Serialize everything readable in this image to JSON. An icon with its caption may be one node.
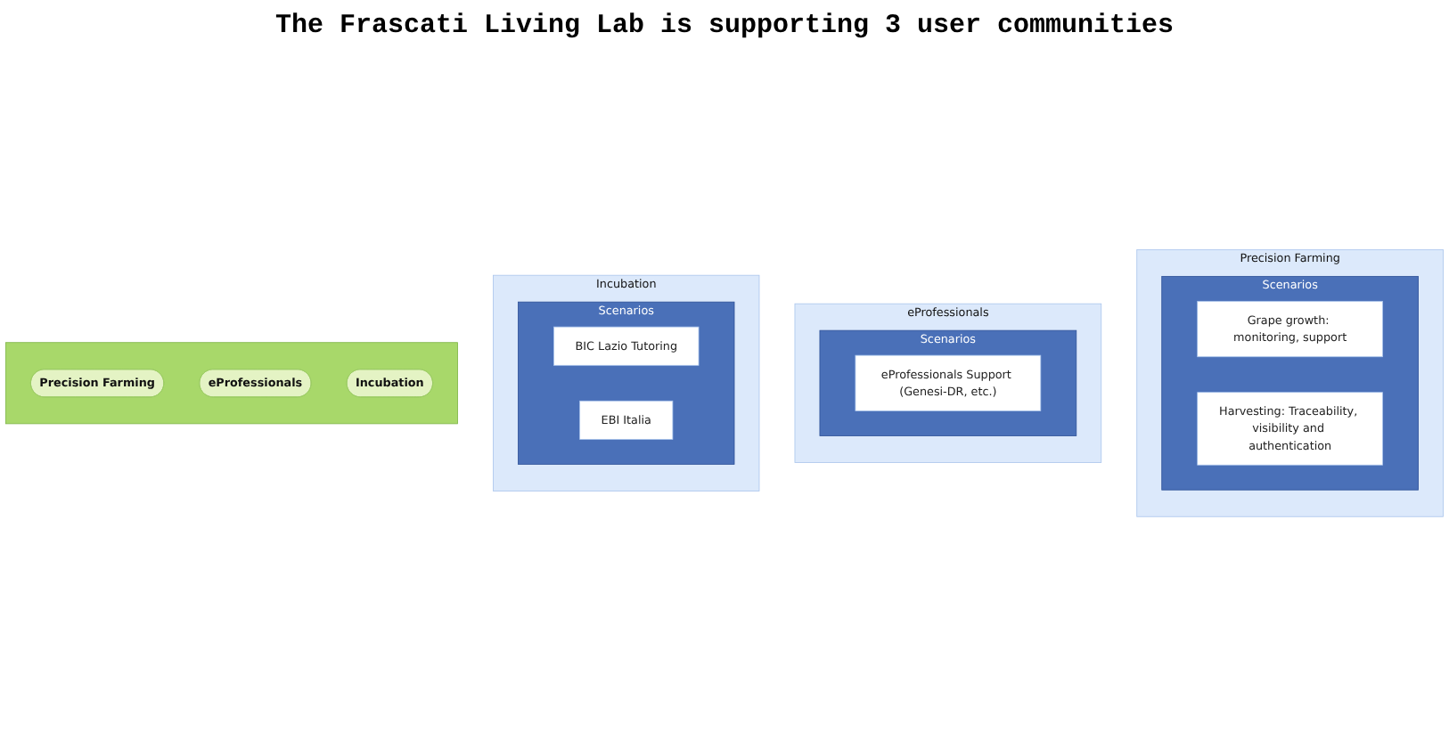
{
  "diagram": {
    "title": "The Frascati Living Lab is supporting 3 user communities",
    "nodes": [
      {
        "text": [],
        "shape": "bar"
      },
      {
        "text": [
          "Incubation"
        ],
        "in": 0
      },
      {
        "text": [
          "eProfessionals"
        ],
        "in": 0
      },
      {
        "text": [
          "Precision Farming"
        ],
        "in": 0
      },
      {
        "text": [
          "Incubation"
        ]
      },
      {
        "text": [
          "Scenarios"
        ],
        "in": 4
      },
      {
        "text": [
          "BIC Lazio Tutoring"
        ],
        "in": 5
      },
      {
        "text": [
          "EBI Italia"
        ],
        "in": 5
      },
      {
        "text": [
          "eProfessionals"
        ]
      },
      {
        "text": [
          "Scenarios"
        ],
        "in": 8
      },
      {
        "text": [
          "eProfessionals Support (Genesi-DR, etc.)"
        ],
        "in": 9
      },
      {
        "text": [
          "Precision Farming"
        ]
      },
      {
        "text": [
          "Scenarios"
        ],
        "in": 11
      },
      {
        "text": [
          "Grape growth: monitoring, support"
        ],
        "in": 12
      },
      {
        "text": [
          "Harvesting: Traceability, visibility and authentication"
        ],
        "in": 12
      }
    ]
  }
}
